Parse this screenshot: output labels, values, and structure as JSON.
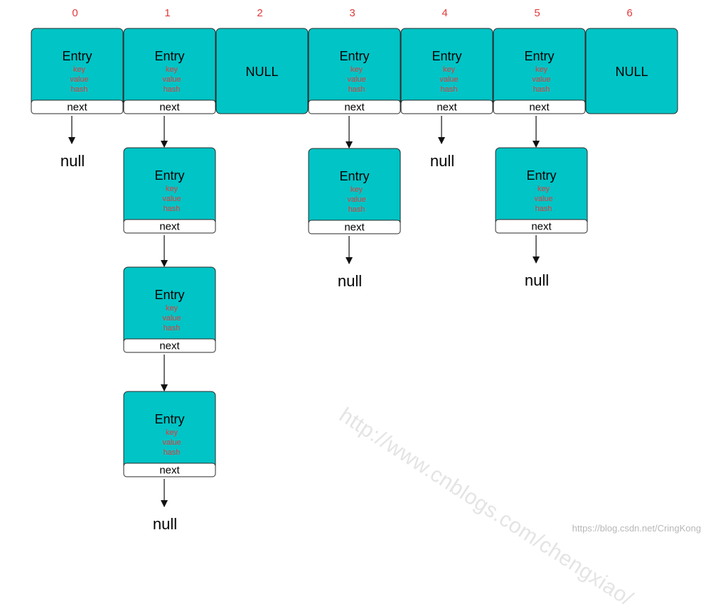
{
  "indices": [
    "0",
    "1",
    "2",
    "3",
    "4",
    "5",
    "6"
  ],
  "entry": {
    "title": "Entry",
    "fields": [
      "key",
      "value",
      "hash"
    ],
    "next_label": "next"
  },
  "null_bucket_label": "NULL",
  "null_terminator_label": "null",
  "buckets": [
    {
      "index": "0",
      "entries": 1
    },
    {
      "index": "1",
      "entries": 4
    },
    {
      "index": "2",
      "entries": 0
    },
    {
      "index": "3",
      "entries": 2
    },
    {
      "index": "4",
      "entries": 1
    },
    {
      "index": "5",
      "entries": 2
    },
    {
      "index": "6",
      "entries": 0
    }
  ],
  "colors": {
    "cell_fill": "#00c4c6",
    "cell_stroke": "#2a2a2a",
    "index_color": "#e23a3a",
    "field_color": "#e23a3a",
    "text_color": "#000000"
  },
  "watermark": {
    "main": "http://www.cnblogs.com/chengxiao/",
    "csdn": "https://blog.csdn.net/CringKong"
  }
}
